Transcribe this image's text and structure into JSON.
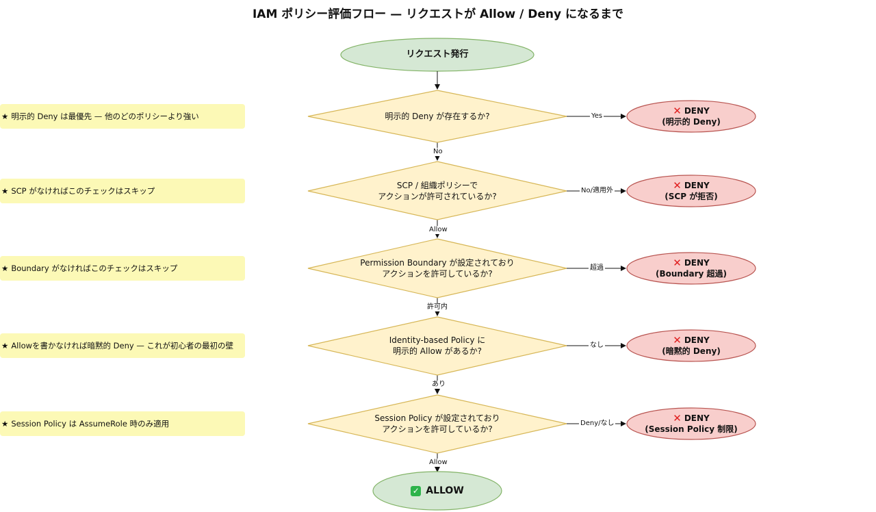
{
  "title": "IAM ポリシー評価フロー — リクエストが Allow / Deny になるまで",
  "colors": {
    "start_fill": "#d5e8d4",
    "start_stroke": "#82b366",
    "decision_fill": "#fff2cc",
    "decision_stroke": "#d6b656",
    "deny_fill": "#f8cecc",
    "deny_stroke": "#b85450",
    "note_fill": "#fcf9b6"
  },
  "start": {
    "label": "リクエスト発行"
  },
  "notes": [
    {
      "star": "★",
      "text": "明示的 Deny は最優先 — 他のどのポリシーより強い"
    },
    {
      "star": "★",
      "text": "SCP がなければこのチェックはスキップ"
    },
    {
      "star": "★",
      "text": "Boundary がなければこのチェックはスキップ"
    },
    {
      "star": "★",
      "text": "Allowを書かなければ暗黙的 Deny — これが初心者の最初の壁"
    },
    {
      "star": "★",
      "text": "Session Policy は AssumeRole 時のみ適用"
    }
  ],
  "decisions": [
    {
      "line1": "明示的 Deny が存在するか?",
      "line2": ""
    },
    {
      "line1": "SCP / 組織ポリシーで",
      "line2": "アクションが許可されているか?"
    },
    {
      "line1": "Permission Boundary が設定されており",
      "line2": "アクションを許可しているか?"
    },
    {
      "line1": "Identity-based Policy に",
      "line2": "明示的 Allow があるか?"
    },
    {
      "line1": "Session Policy が設定されており",
      "line2": "アクションを許可しているか?"
    }
  ],
  "denies": [
    {
      "icon": "✕",
      "title": "DENY",
      "reason": "(明示的 Deny)"
    },
    {
      "icon": "✕",
      "title": "DENY",
      "reason": "(SCP が拒否)"
    },
    {
      "icon": "✕",
      "title": "DENY",
      "reason": "(Boundary 超過)"
    },
    {
      "icon": "✕",
      "title": "DENY",
      "reason": "(暗黙的 Deny)"
    },
    {
      "icon": "✕",
      "title": "DENY",
      "reason": "(Session Policy 制限)"
    }
  ],
  "side_labels": [
    "Yes",
    "No/適用外",
    "超過",
    "なし",
    "Deny/なし"
  ],
  "down_labels": [
    "No",
    "Allow",
    "許可内",
    "あり",
    "Allow"
  ],
  "end": {
    "icon": "✓",
    "label": "ALLOW"
  }
}
